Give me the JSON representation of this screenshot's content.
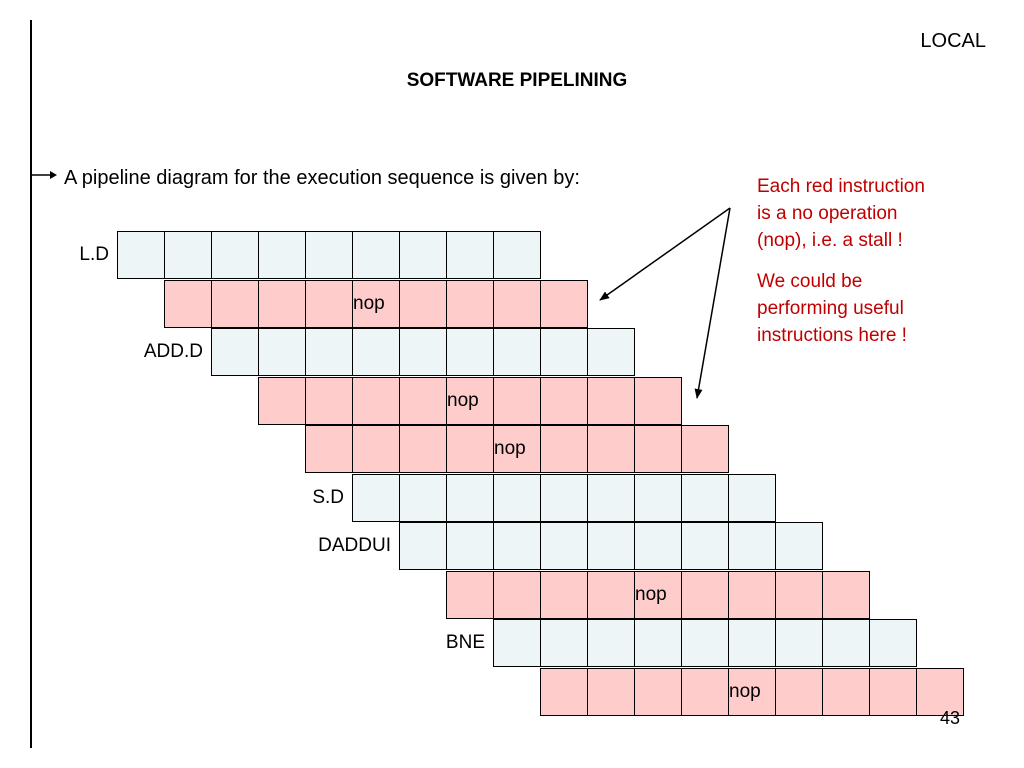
{
  "header": {
    "corner_label": "LOCAL",
    "title": "SOFTWARE PIPELINING"
  },
  "bullet": {
    "icon": "right-arrow-icon",
    "text": "A pipeline diagram for the execution sequence is given by:"
  },
  "notes": {
    "color": "#c00000",
    "note1": [
      "Each red instruction",
      "is a no operation",
      "(nop), i.e. a stall !"
    ],
    "note2": [
      "We could be",
      "performing useful",
      "instructions here !"
    ]
  },
  "colors": {
    "instruction_fill": "#eef5f7",
    "stall_fill": "#ffcccc"
  },
  "rows": [
    {
      "label": "L.D",
      "kind": "instruction"
    },
    {
      "label": "",
      "kind": "stall",
      "cell_text": "nop"
    },
    {
      "label": "ADD.D",
      "kind": "instruction"
    },
    {
      "label": "",
      "kind": "stall",
      "cell_text": "nop"
    },
    {
      "label": "",
      "kind": "stall",
      "cell_text": "nop"
    },
    {
      "label": "S.D",
      "kind": "instruction"
    },
    {
      "label": "DADDUI",
      "kind": "instruction"
    },
    {
      "label": "",
      "kind": "stall",
      "cell_text": "nop"
    },
    {
      "label": "BNE",
      "kind": "instruction"
    },
    {
      "label": "",
      "kind": "stall",
      "cell_text": "nop"
    }
  ],
  "page_number": "43"
}
